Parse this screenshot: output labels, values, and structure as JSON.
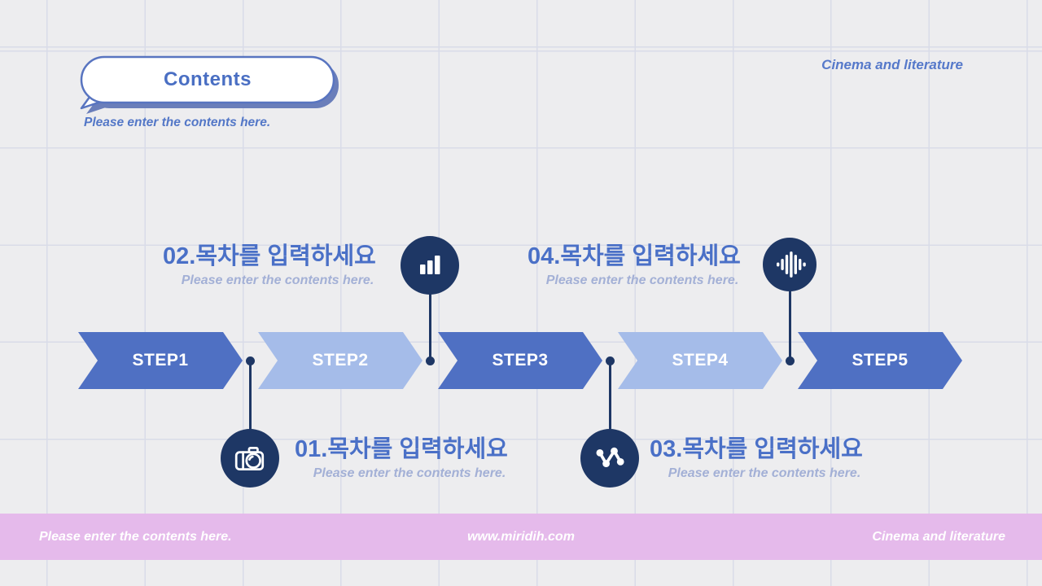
{
  "header": {
    "title_bubble_label": "Contents",
    "subtitle": "Please enter the contents here.",
    "brand": "Cinema and literature"
  },
  "steps": [
    {
      "label": "STEP1"
    },
    {
      "label": "STEP2"
    },
    {
      "label": "STEP3"
    },
    {
      "label": "STEP4"
    },
    {
      "label": "STEP5"
    }
  ],
  "items": [
    {
      "heading": "01.목차를 입력하세요",
      "subtitle": "Please enter the contents here.",
      "icon": "camera-icon"
    },
    {
      "heading": "02.목차를 입력하세요",
      "subtitle": "Please enter the contents here.",
      "icon": "bar-chart-icon"
    },
    {
      "heading": "03.목차를 입력하세요",
      "subtitle": "Please enter the contents here.",
      "icon": "line-graph-icon"
    },
    {
      "heading": "04.목차를 입력하세요",
      "subtitle": "Please enter the contents here.",
      "icon": "waveform-icon"
    }
  ],
  "footer": {
    "left": "Please enter the contents here.",
    "center": "www.miridih.com",
    "right": "Cinema and literature"
  },
  "colors": {
    "background": "#ededef",
    "grid_line": "#d9dce8",
    "arrow_dark": "#4f70c3",
    "arrow_light": "#a5bce9",
    "navy": "#1e3765",
    "heading_blue": "#4a70c7",
    "muted_blue": "#a3b0d6",
    "bubble_border": "#5874c0",
    "bubble_shadow": "#6a7eba",
    "footer_pink": "#e5baeb"
  }
}
